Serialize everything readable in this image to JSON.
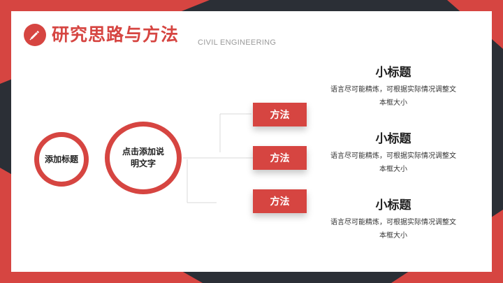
{
  "header": {
    "title": "研究思路与方法",
    "subtitle": "CIVIL ENGINEERING",
    "icon": "pen-icon"
  },
  "circles": [
    {
      "label": "添加标题"
    },
    {
      "label": "点击添加说明文字"
    }
  ],
  "methods": [
    {
      "label": "方法"
    },
    {
      "label": "方法"
    },
    {
      "label": "方法"
    }
  ],
  "blocks": [
    {
      "title": "小标题",
      "desc": "语言尽可能精炼，可根据实际情况调整文本框大小"
    },
    {
      "title": "小标题",
      "desc": "语言尽可能精炼，可根据实际情况调整文本框大小"
    },
    {
      "title": "小标题",
      "desc": "语言尽可能精炼，可根据实际情况调整文本框大小"
    }
  ],
  "colors": {
    "accent": "#d64541",
    "dark": "#2b2f36",
    "background": "#ffffff"
  }
}
